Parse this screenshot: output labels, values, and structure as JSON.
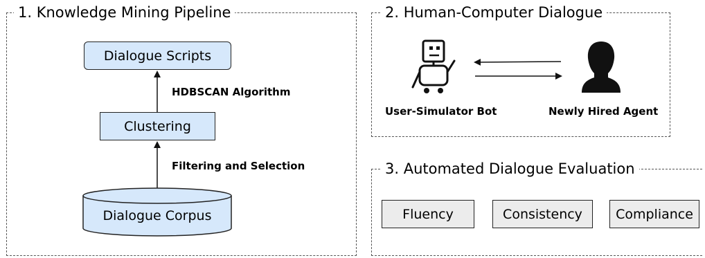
{
  "panels": {
    "knowledge_mining": {
      "title": "1. Knowledge Mining Pipeline",
      "nodes": {
        "scripts": "Dialogue Scripts",
        "clustering": "Clustering",
        "corpus": "Dialogue Corpus"
      },
      "edges": {
        "clustering_to_scripts": "HDBSCAN Algorithm",
        "corpus_to_clustering": "Filtering and Selection"
      }
    },
    "dialogue": {
      "title": "2. Human-Computer Dialogue",
      "bot_label": "User-Simulator Bot",
      "agent_label": "Newly Hired Agent"
    },
    "evaluation": {
      "title": "3. Automated Dialogue Evaluation",
      "criteria": [
        "Fluency",
        "Consistency",
        "Compliance"
      ]
    }
  },
  "colors": {
    "node_fill": "#d6e8fb",
    "eval_fill": "#ececec",
    "stroke": "#222222"
  },
  "icons": {
    "bot": "robot-icon",
    "agent": "person-silhouette-icon"
  }
}
